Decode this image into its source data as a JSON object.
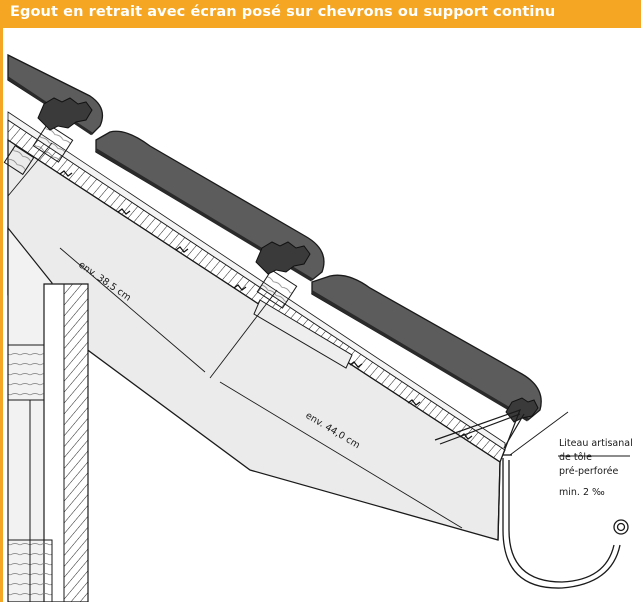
{
  "header": {
    "title": "Egout en retrait avec écran posé sur chevrons ou support continu",
    "color": "#f5a623"
  },
  "diagram": {
    "dimensions": {
      "batten_spacing": "env. 38,5 cm",
      "overhang": "env. 44,0 cm"
    },
    "labels": {
      "batten_line1": "Liteau artisanal",
      "batten_line2": "de tôle",
      "batten_line3": "pré-perforée",
      "slope": "min. 2 ‰"
    },
    "colors": {
      "tile": "#5a5a5a",
      "tile_dark": "#2f2f2f",
      "timber_fill": "#e9e9e9",
      "line": "#1a1a1a"
    }
  }
}
